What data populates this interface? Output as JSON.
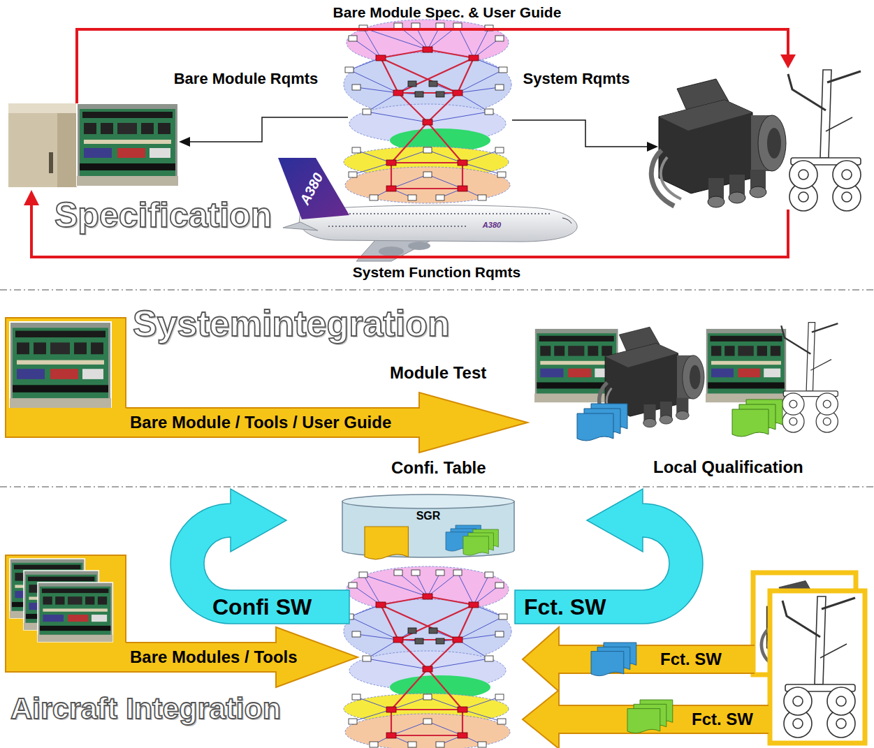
{
  "diagram": {
    "nodes": [
      {
        "text": [
          "Bare Module / Tools / User Guide"
        ]
      },
      {
        "text": [
          "SGR"
        ]
      },
      {
        "text": [
          "Confi SW"
        ]
      },
      {
        "text": [
          "Fct. SW"
        ]
      },
      {
        "text": [
          "Bare Modules / Tools"
        ]
      },
      {
        "text": [
          "Fct. SW"
        ]
      },
      {
        "text": [
          "Fct. SW"
        ]
      }
    ],
    "labels": [
      "Bare Module Spec. & User Guide",
      "Bare Module Rqmts",
      "System Rqmts",
      "A380",
      "A380",
      "Specification",
      "System Function Rqmts",
      "Systemintegration",
      "Module Test",
      "Confi. Table",
      "Local Qualification",
      "Aircraft Integration"
    ]
  }
}
